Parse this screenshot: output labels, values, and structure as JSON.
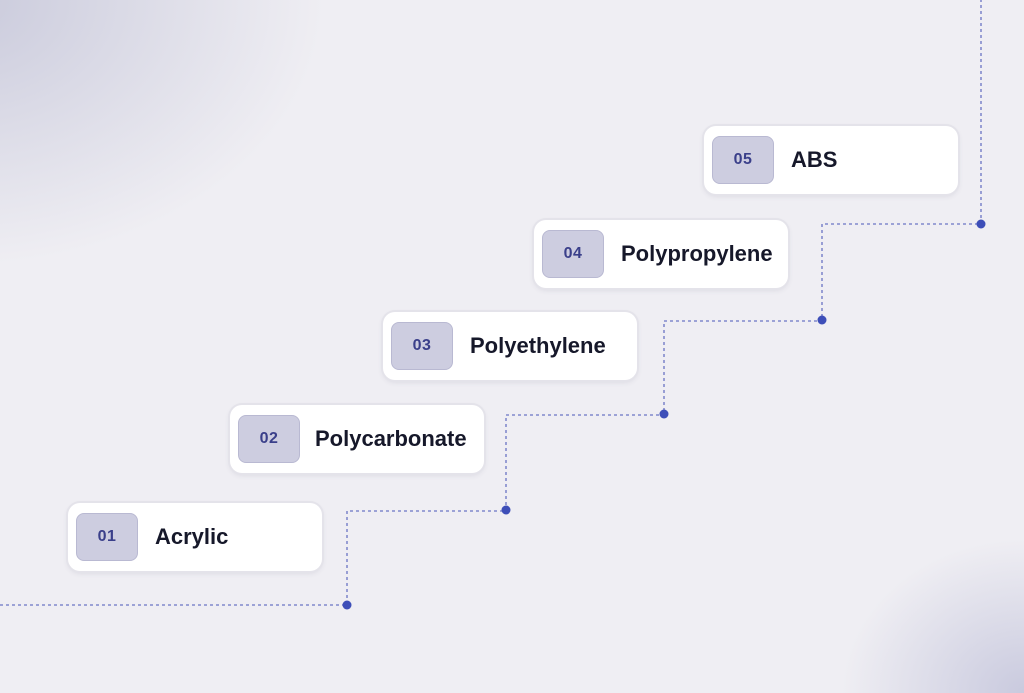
{
  "steps": [
    {
      "number": "01",
      "label": "Acrylic"
    },
    {
      "number": "02",
      "label": "Polycarbonate"
    },
    {
      "number": "03",
      "label": "Polyethylene"
    },
    {
      "number": "04",
      "label": "Polypropylene"
    },
    {
      "number": "05",
      "label": "ABS"
    }
  ],
  "colors": {
    "connector": "#3d4eb8",
    "badge_text": "#3a3f8a",
    "badge_fill": "#cdcde0",
    "label_text": "#16182a"
  }
}
